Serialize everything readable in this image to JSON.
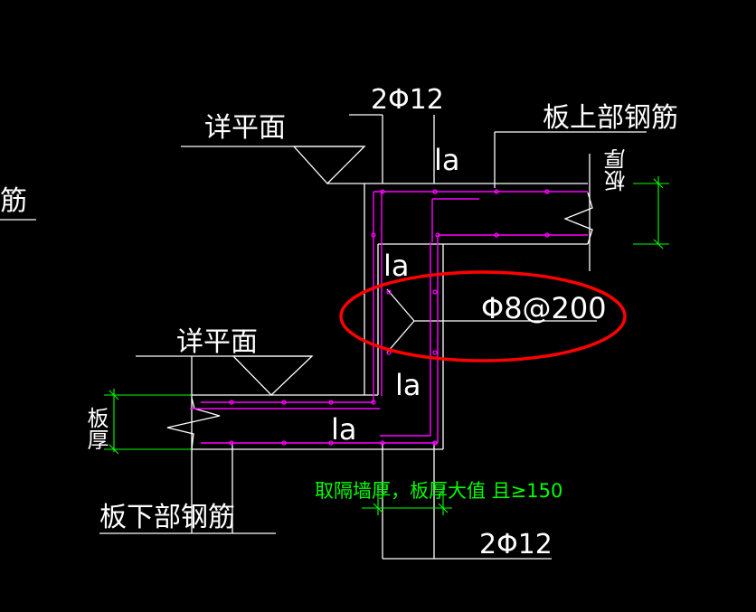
{
  "drawing": {
    "labels": {
      "edge_left": "筋",
      "detail_plan_upper": "详平面",
      "detail_plan_lower": "详平面",
      "top_bars": "2Φ12",
      "bottom_bars": "2Φ12",
      "slab_top_rebar": "板上部钢筋",
      "slab_bottom_rebar": "板下部钢筋",
      "slab_thickness_upper": "板厚",
      "slab_thickness_lower": "板厚",
      "anchor_1": "la",
      "anchor_2": "la",
      "anchor_3": "la",
      "anchor_4": "la",
      "stirrup": "Φ8@200",
      "note": "取隔墙厚，板厚大值 且≥150"
    },
    "colors": {
      "background": "#000000",
      "line": "#ffffff",
      "rebar": "#ff00ff",
      "dimension": "#00ff00",
      "note_text": "#00ff00",
      "highlight": "#ff0000"
    }
  }
}
